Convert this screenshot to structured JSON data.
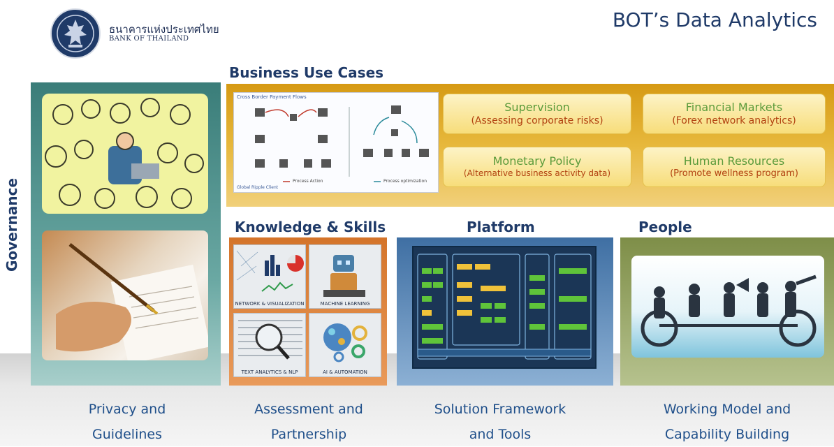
{
  "header": {
    "bank_name_thai": "ธนาคารแห่งประเทศไทย",
    "bank_name_en": "BANK OF THAILAND",
    "title": "BOT’s Data Analytics"
  },
  "governance": {
    "label": "Governance"
  },
  "business_use_cases": {
    "title": "Business Use Cases",
    "flow_image": {
      "header": "Cross Border Payment Flows",
      "footer": "Global Ripple Client",
      "legend_left": "Process Action",
      "legend_right": "Process optimization"
    },
    "cases": [
      {
        "title": "Supervision",
        "subtitle": "(Assessing corporate risks)"
      },
      {
        "title": "Financial Markets",
        "subtitle": "(Forex network analytics)"
      },
      {
        "title": "Monetary Policy",
        "subtitle": "(Alternative business activity data)"
      },
      {
        "title": "Human Resources",
        "subtitle": "(Promote wellness program)"
      }
    ]
  },
  "knowledge_skills": {
    "title": "Knowledge & Skills",
    "tiles": [
      {
        "label": "NETWORK & VISUALIZATION"
      },
      {
        "label": "MACHINE LEARNING"
      },
      {
        "label": "TEXT ANALYTICS & NLP"
      },
      {
        "label": "AI & AUTOMATION"
      }
    ]
  },
  "platform": {
    "title": "Platform"
  },
  "people": {
    "title": "People"
  },
  "captions": [
    {
      "line1": "Privacy and",
      "line2": "Guidelines"
    },
    {
      "line1": "Assessment and",
      "line2": "Partnership"
    },
    {
      "line1": "Solution Framework",
      "line2": "and Tools"
    },
    {
      "line1": "Working Model and",
      "line2": "Capability Building"
    }
  ]
}
